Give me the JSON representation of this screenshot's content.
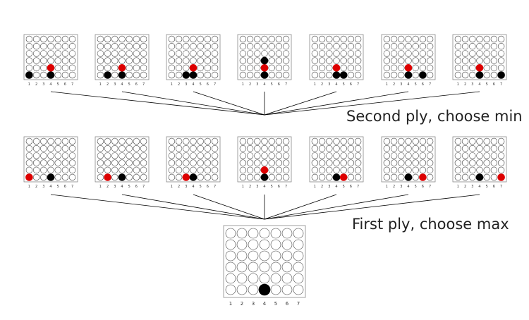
{
  "labels": {
    "second_ply": "Second ply, choose min",
    "first_ply": "First ply, choose max"
  },
  "board_spec": {
    "columns": [
      "1",
      "2",
      "3",
      "4",
      "5",
      "6",
      "7"
    ],
    "rows": 6
  },
  "colors": {
    "black": "#000000",
    "red": "#dd0000",
    "empty_fill": "#ffffff",
    "cell_stroke": "#444444",
    "board_border": "#888888",
    "line": "#000000"
  },
  "root_board": {
    "pieces": [
      {
        "col": 4,
        "row": 1,
        "color": "black"
      }
    ]
  },
  "first_ply_boards": [
    {
      "pieces": [
        {
          "col": 4,
          "row": 1,
          "color": "black"
        },
        {
          "col": 1,
          "row": 1,
          "color": "red"
        }
      ]
    },
    {
      "pieces": [
        {
          "col": 4,
          "row": 1,
          "color": "black"
        },
        {
          "col": 2,
          "row": 1,
          "color": "red"
        }
      ]
    },
    {
      "pieces": [
        {
          "col": 4,
          "row": 1,
          "color": "black"
        },
        {
          "col": 3,
          "row": 1,
          "color": "red"
        }
      ]
    },
    {
      "pieces": [
        {
          "col": 4,
          "row": 1,
          "color": "black"
        },
        {
          "col": 4,
          "row": 2,
          "color": "red"
        }
      ]
    },
    {
      "pieces": [
        {
          "col": 4,
          "row": 1,
          "color": "black"
        },
        {
          "col": 5,
          "row": 1,
          "color": "red"
        }
      ]
    },
    {
      "pieces": [
        {
          "col": 4,
          "row": 1,
          "color": "black"
        },
        {
          "col": 6,
          "row": 1,
          "color": "red"
        }
      ]
    },
    {
      "pieces": [
        {
          "col": 4,
          "row": 1,
          "color": "black"
        },
        {
          "col": 7,
          "row": 1,
          "color": "red"
        }
      ]
    }
  ],
  "second_ply_boards": [
    {
      "pieces": [
        {
          "col": 4,
          "row": 1,
          "color": "black"
        },
        {
          "col": 4,
          "row": 2,
          "color": "red"
        },
        {
          "col": 1,
          "row": 1,
          "color": "black"
        }
      ]
    },
    {
      "pieces": [
        {
          "col": 4,
          "row": 1,
          "color": "black"
        },
        {
          "col": 4,
          "row": 2,
          "color": "red"
        },
        {
          "col": 2,
          "row": 1,
          "color": "black"
        }
      ]
    },
    {
      "pieces": [
        {
          "col": 4,
          "row": 1,
          "color": "black"
        },
        {
          "col": 4,
          "row": 2,
          "color": "red"
        },
        {
          "col": 3,
          "row": 1,
          "color": "black"
        }
      ]
    },
    {
      "pieces": [
        {
          "col": 4,
          "row": 1,
          "color": "black"
        },
        {
          "col": 4,
          "row": 2,
          "color": "red"
        },
        {
          "col": 4,
          "row": 3,
          "color": "black"
        }
      ]
    },
    {
      "pieces": [
        {
          "col": 4,
          "row": 1,
          "color": "black"
        },
        {
          "col": 4,
          "row": 2,
          "color": "red"
        },
        {
          "col": 5,
          "row": 1,
          "color": "black"
        }
      ]
    },
    {
      "pieces": [
        {
          "col": 4,
          "row": 1,
          "color": "black"
        },
        {
          "col": 4,
          "row": 2,
          "color": "red"
        },
        {
          "col": 6,
          "row": 1,
          "color": "black"
        }
      ]
    },
    {
      "pieces": [
        {
          "col": 4,
          "row": 1,
          "color": "black"
        },
        {
          "col": 4,
          "row": 2,
          "color": "red"
        },
        {
          "col": 7,
          "row": 1,
          "color": "black"
        }
      ]
    }
  ]
}
